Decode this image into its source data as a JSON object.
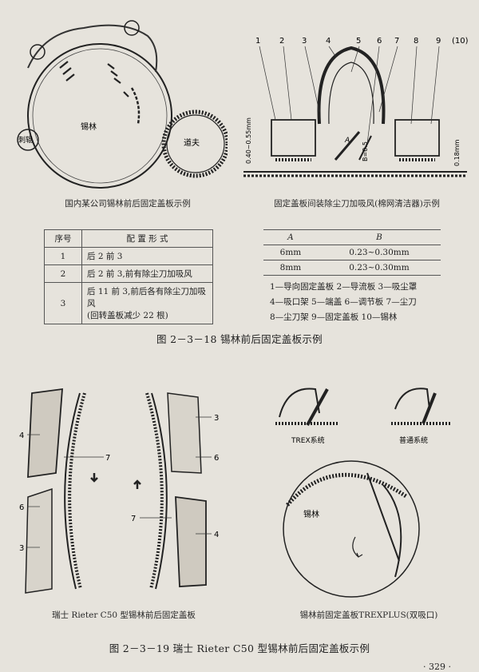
{
  "page": {
    "top_text": "",
    "page_number": "· 329 ·"
  },
  "fig1": {
    "labels": {
      "xilin": "锡林",
      "daofu": "道夫",
      "cilun": "刺辊"
    },
    "caption": "国内某公司锡林前后固定盖板示例"
  },
  "fig2": {
    "numbers": [
      "1",
      "2",
      "3",
      "4",
      "5",
      "6",
      "7",
      "8",
      "9",
      "(10)"
    ],
    "dims": {
      "left": "0.40~0.55mm",
      "A": "A",
      "B": "B=0.5",
      "right": "0.18mm"
    },
    "caption": "固定盖板间装除尘刀加吸风(棉网清洁器)示例"
  },
  "table1": {
    "headers": [
      "序号",
      "配 置 形 式"
    ],
    "rows": [
      {
        "no": "1",
        "text": "后 2 前 3"
      },
      {
        "no": "2",
        "text": "后 2 前 3,前有除尘刀加吸风"
      },
      {
        "no": "3",
        "text": "后 11 前 3,前后各有除尘刀加吸风",
        "text2": "(回转盖板减少 22 根)"
      }
    ]
  },
  "table2": {
    "headers": [
      "A",
      "B"
    ],
    "rows": [
      {
        "a": "6mm",
        "b": "0.23~0.30mm"
      },
      {
        "a": "8mm",
        "b": "0.23~0.30mm"
      }
    ]
  },
  "legend": [
    "1—导向固定盖板  2—导流板  3—吸尘罩",
    "4—吸口架  5—端盖  6—调节板  7—尘刀",
    "8—尘刀架  9—固定盖板  10—锡林"
  ],
  "caption_2_3_18": "图 2－3－18   锡林前后固定盖板示例",
  "fig3": {
    "labels": [
      "4",
      "7",
      "6",
      "3",
      "3",
      "6",
      "7",
      "4"
    ],
    "caption": "瑞士 Rieter C50 型锡林前后固定盖板"
  },
  "fig4": {
    "trex": "TREX系统",
    "normal": "普通系统",
    "xilin": "锡林",
    "caption": "锡林前固定盖板TREXPLUS(双吸口)"
  },
  "caption_2_3_19": "图 2－3－19   瑞士 Rieter C50 型锡林前后固定盖板示例",
  "colors": {
    "paper": "#e6e3dc",
    "ink": "#222222"
  }
}
